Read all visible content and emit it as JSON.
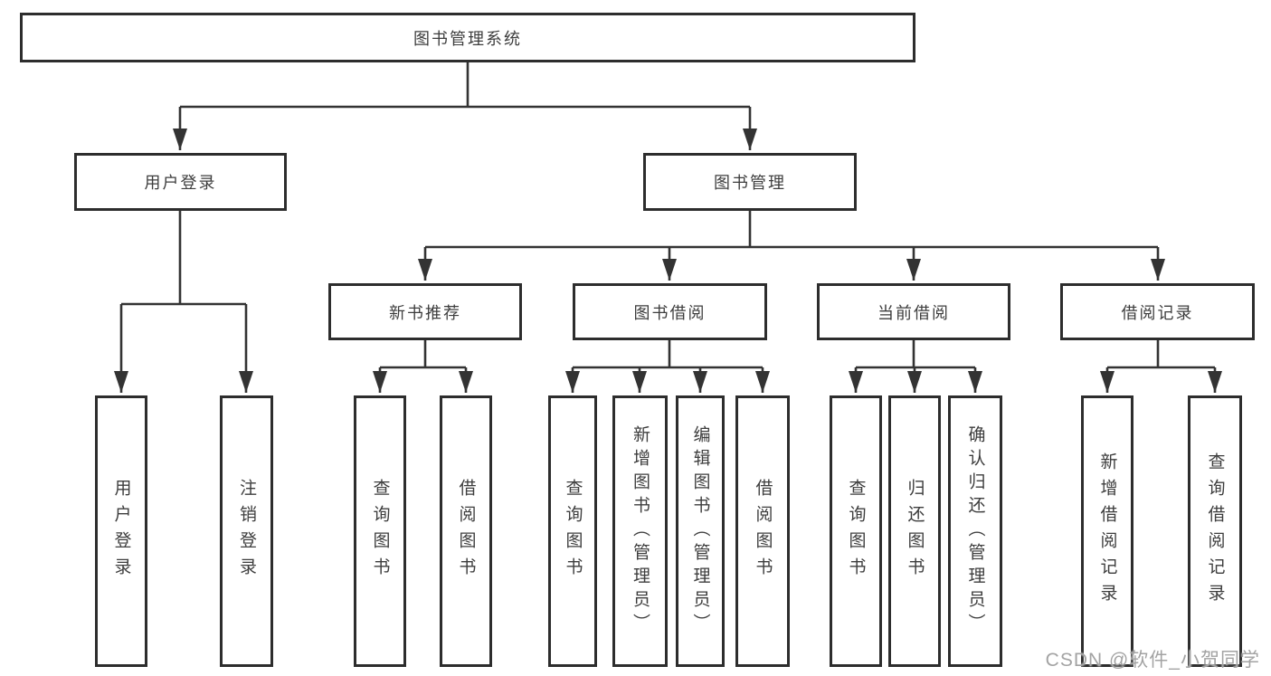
{
  "diagram": {
    "root": {
      "label": "图书管理系统"
    },
    "level2": {
      "user_login": {
        "label": "用户登录"
      },
      "book_mgmt": {
        "label": "图书管理"
      }
    },
    "level3": {
      "new_books": {
        "label": "新书推荐"
      },
      "book_borrow": {
        "label": "图书借阅"
      },
      "current_borrow": {
        "label": "当前借阅"
      },
      "borrow_records": {
        "label": "借阅记录"
      }
    },
    "leaves": {
      "user_login_leaf": {
        "label": "用户登录"
      },
      "logout_leaf": {
        "label": "注销登录"
      },
      "nb_query": {
        "label": "查询图书"
      },
      "nb_borrow": {
        "label": "借阅图书"
      },
      "bb_query": {
        "label": "查询图书"
      },
      "bb_add": {
        "label": "新增图书（管理员）"
      },
      "bb_edit": {
        "label": "编辑图书（管理员）"
      },
      "bb_borrow": {
        "label": "借阅图书"
      },
      "cb_query": {
        "label": "查询图书"
      },
      "cb_return": {
        "label": "归还图书"
      },
      "cb_confirm": {
        "label": "确认归还（管理员）"
      },
      "rec_add": {
        "label": "新增借阅记录"
      },
      "rec_query": {
        "label": "查询借阅记录"
      }
    }
  },
  "watermark": {
    "text": "CSDN @软件_小贺同学"
  },
  "colors": {
    "line": "#333333",
    "box_border": "#2d2d2d",
    "text": "#3d3d3d",
    "watermark": "#a3a3a3",
    "background": "#ffffff"
  }
}
